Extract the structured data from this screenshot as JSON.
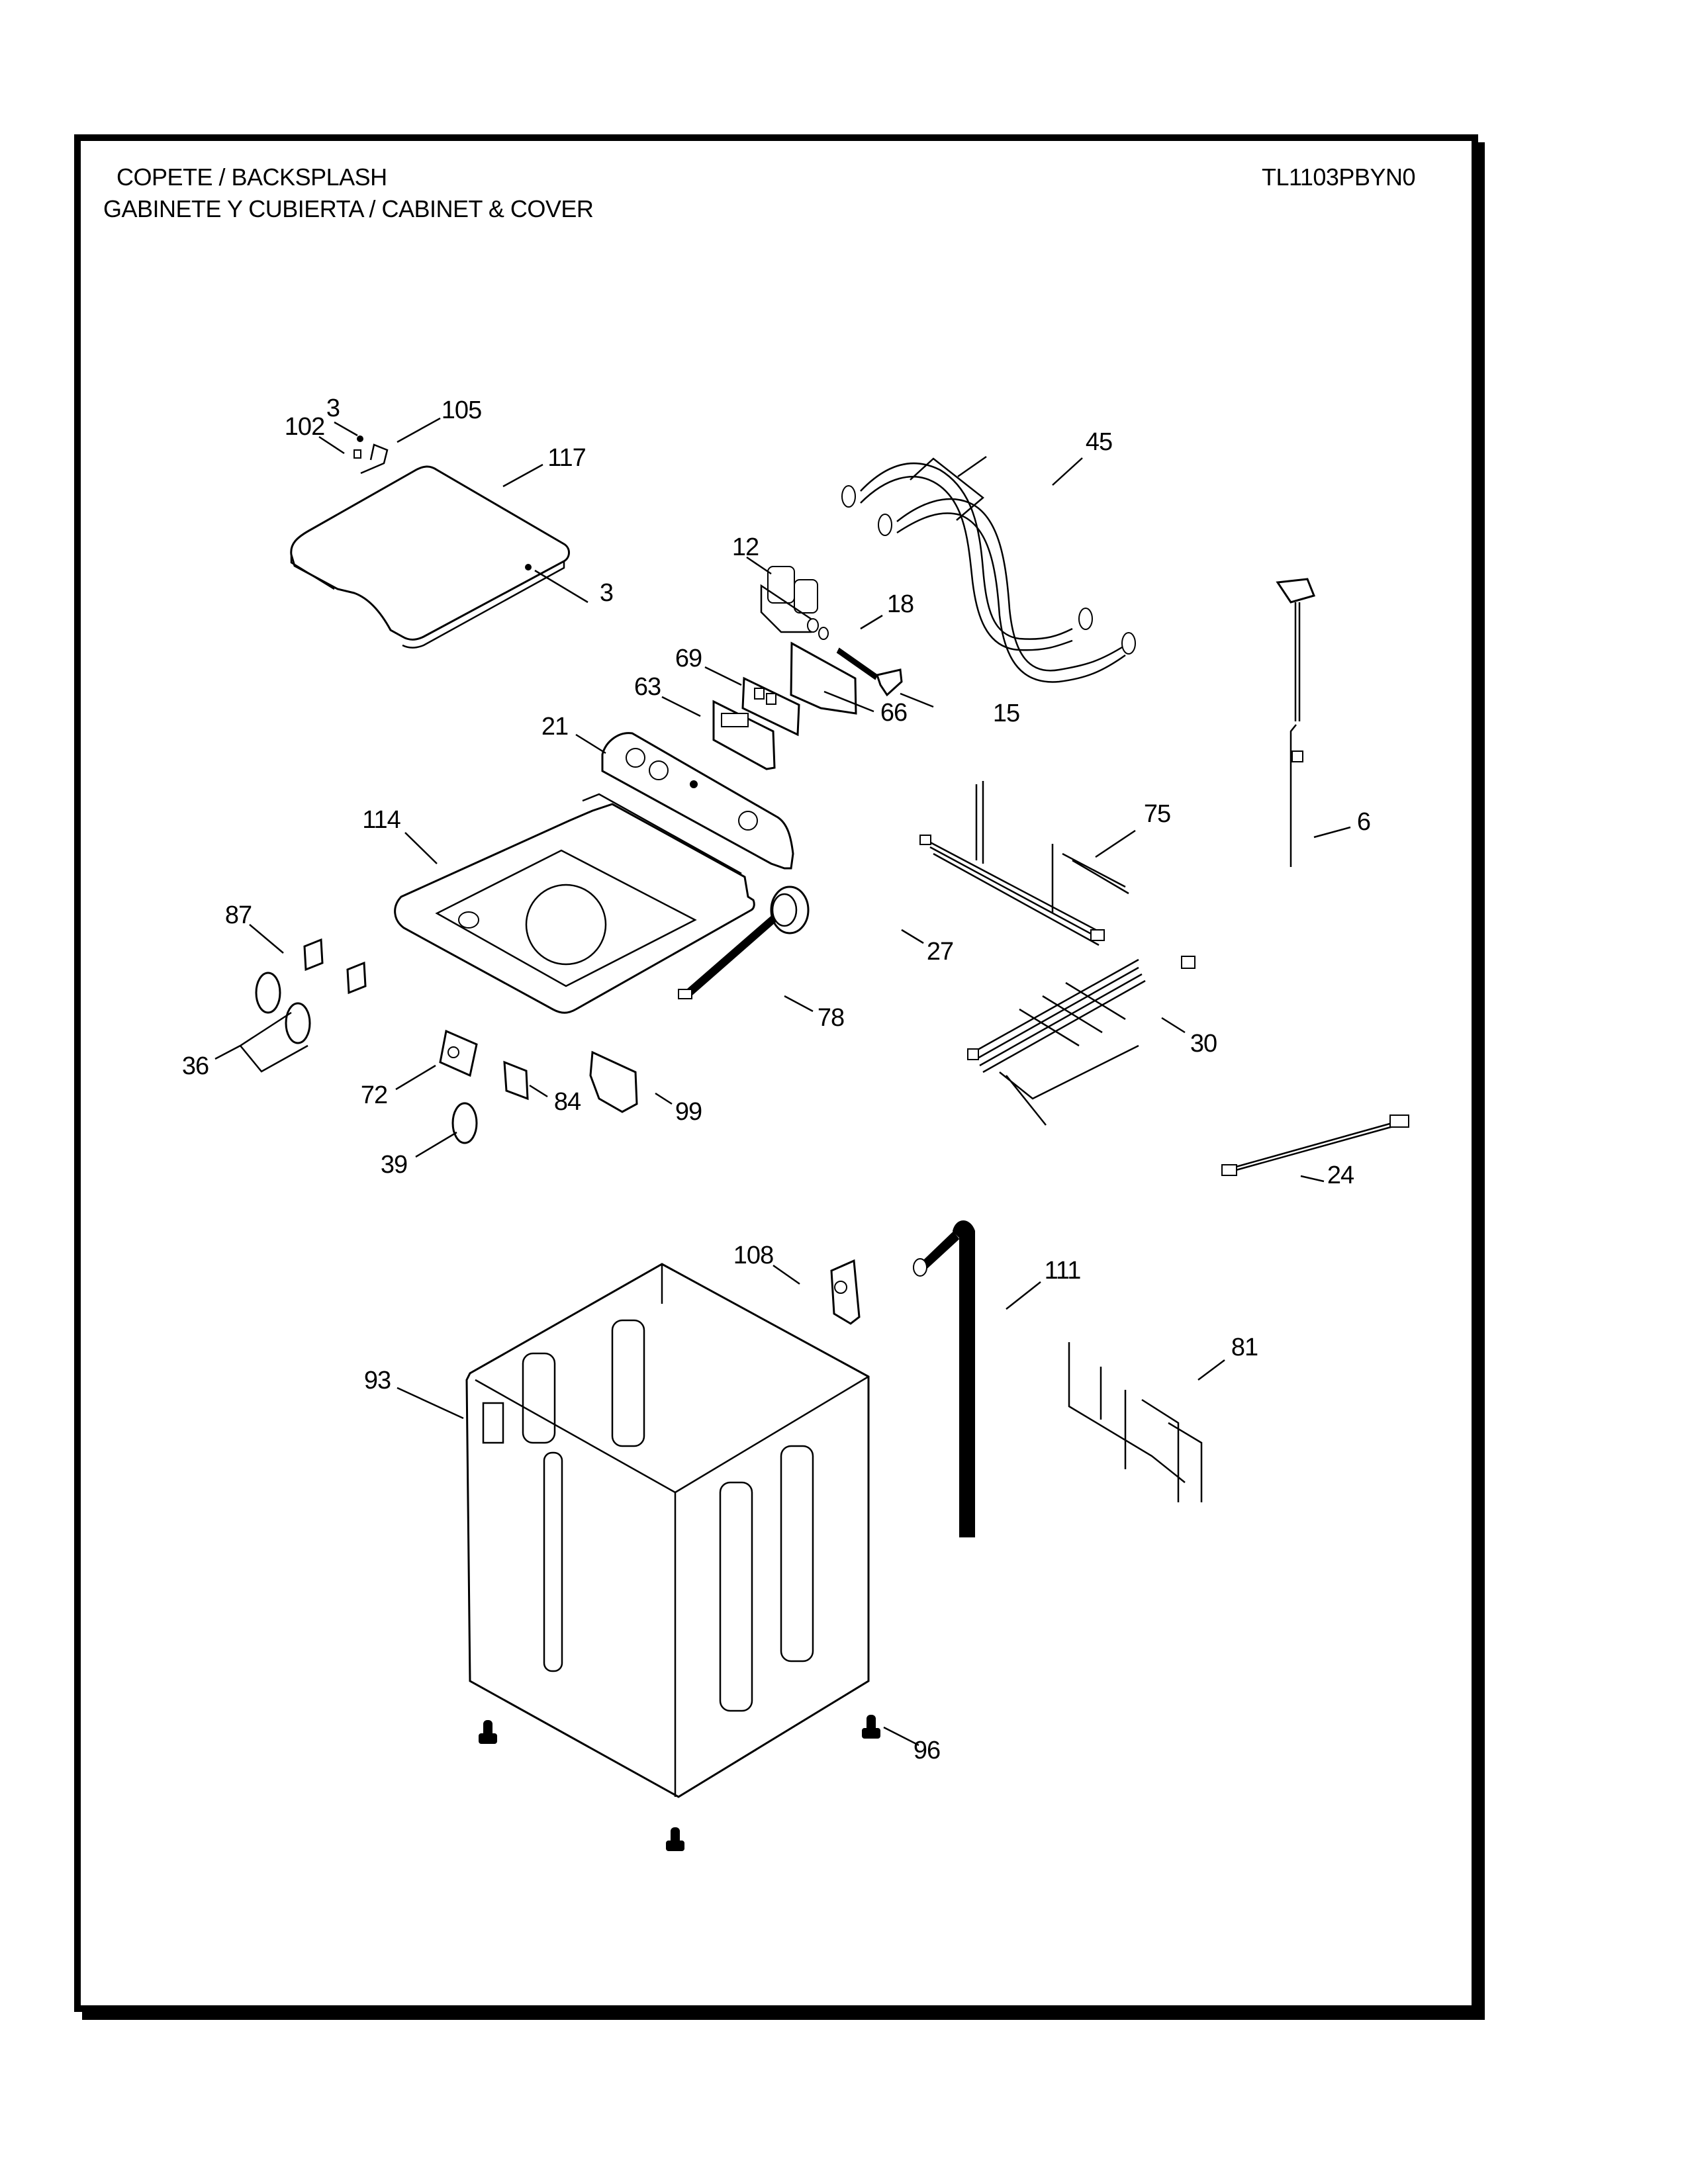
{
  "header": {
    "section_title_1": "COPETE / BACKSPLASH",
    "section_title_2": "GABINETE Y CUBIERTA / CABINET & COVER",
    "model_number": "TL1103PBYN0"
  },
  "callouts": [
    {
      "id": "c102",
      "label": "102",
      "part": "lid-bumper"
    },
    {
      "id": "c3a",
      "label": "3",
      "part": "lid-screw-top"
    },
    {
      "id": "c105",
      "label": "105",
      "part": "lid-hinge"
    },
    {
      "id": "c117",
      "label": "117",
      "part": "lid"
    },
    {
      "id": "c3b",
      "label": "3",
      "part": "lid-screw-right"
    },
    {
      "id": "c45",
      "label": "45",
      "part": "inlet-hoses"
    },
    {
      "id": "c12",
      "label": "12",
      "part": "water-inlet-valve"
    },
    {
      "id": "c18",
      "label": "18",
      "part": "hose-clamp"
    },
    {
      "id": "c15",
      "label": "15",
      "part": "inlet-nozzle"
    },
    {
      "id": "c66",
      "label": "66",
      "part": "control-bracket"
    },
    {
      "id": "c69",
      "label": "69",
      "part": "control-board"
    },
    {
      "id": "c63",
      "label": "63",
      "part": "board-housing"
    },
    {
      "id": "c21",
      "label": "21",
      "part": "backsplash-panel"
    },
    {
      "id": "c114",
      "label": "114",
      "part": "top-cover"
    },
    {
      "id": "c87",
      "label": "87",
      "part": "switches"
    },
    {
      "id": "c36",
      "label": "36",
      "part": "knobs"
    },
    {
      "id": "c72",
      "label": "72",
      "part": "selector-switch"
    },
    {
      "id": "c84",
      "label": "84",
      "part": "lid-switch"
    },
    {
      "id": "c99",
      "label": "99",
      "part": "timer"
    },
    {
      "id": "c39",
      "label": "39",
      "part": "knob"
    },
    {
      "id": "c75",
      "label": "75",
      "part": "wire-harness-upper"
    },
    {
      "id": "c27",
      "label": "27",
      "part": "pressure-switch"
    },
    {
      "id": "c78",
      "label": "78",
      "part": "pressure-tube"
    },
    {
      "id": "c30",
      "label": "30",
      "part": "wire-harness-main"
    },
    {
      "id": "c6",
      "label": "6",
      "part": "power-cord"
    },
    {
      "id": "c24",
      "label": "24",
      "part": "jumper-harness"
    },
    {
      "id": "c108",
      "label": "108",
      "part": "hose-bracket"
    },
    {
      "id": "c111",
      "label": "111",
      "part": "drain-hose"
    },
    {
      "id": "c81",
      "label": "81",
      "part": "wire-harness-lower"
    },
    {
      "id": "c93",
      "label": "93",
      "part": "cabinet"
    },
    {
      "id": "c96",
      "label": "96",
      "part": "leveling-legs"
    }
  ]
}
